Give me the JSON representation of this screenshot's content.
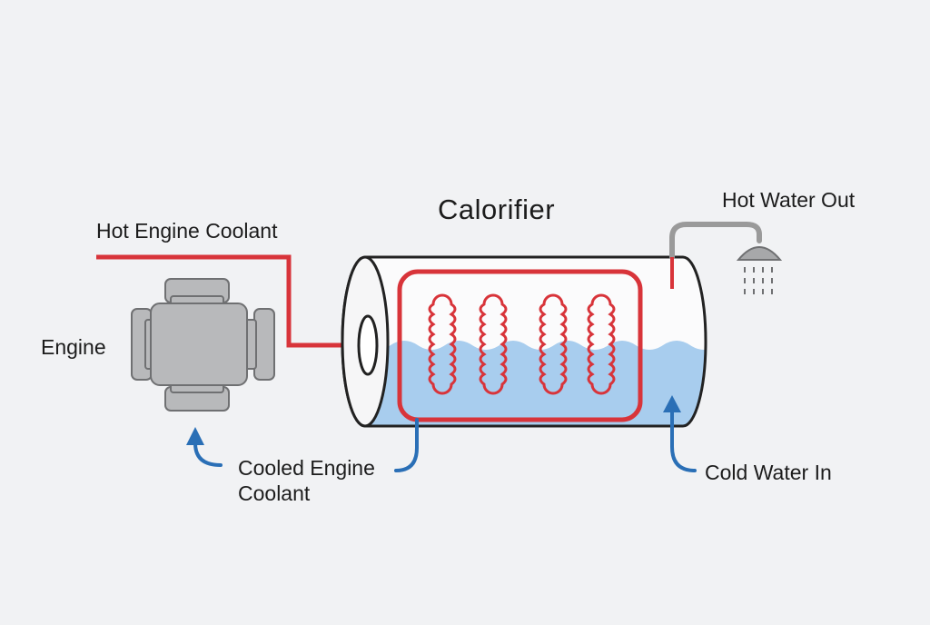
{
  "diagram": {
    "title": "Calorifier",
    "labels": {
      "hot_engine_coolant": "Hot Engine Coolant",
      "engine": "Engine",
      "cooled_engine_coolant_line1": "Cooled Engine",
      "cooled_engine_coolant_line2": "Coolant",
      "cold_water_in": "Cold Water In",
      "hot_water_out": "Hot Water Out"
    },
    "icons": {
      "engine": "engine-icon",
      "shower": "shower-head-icon",
      "tank": "calorifier-tank",
      "coil": "heating-coil"
    },
    "colors": {
      "hot_line": "#d8343a",
      "cold_arrow": "#2a6fb6",
      "water": "#a8cdee",
      "engine_gray": "#b8b9bb",
      "pipe_gray": "#9a9a9a",
      "background": "#f1f2f4"
    }
  }
}
